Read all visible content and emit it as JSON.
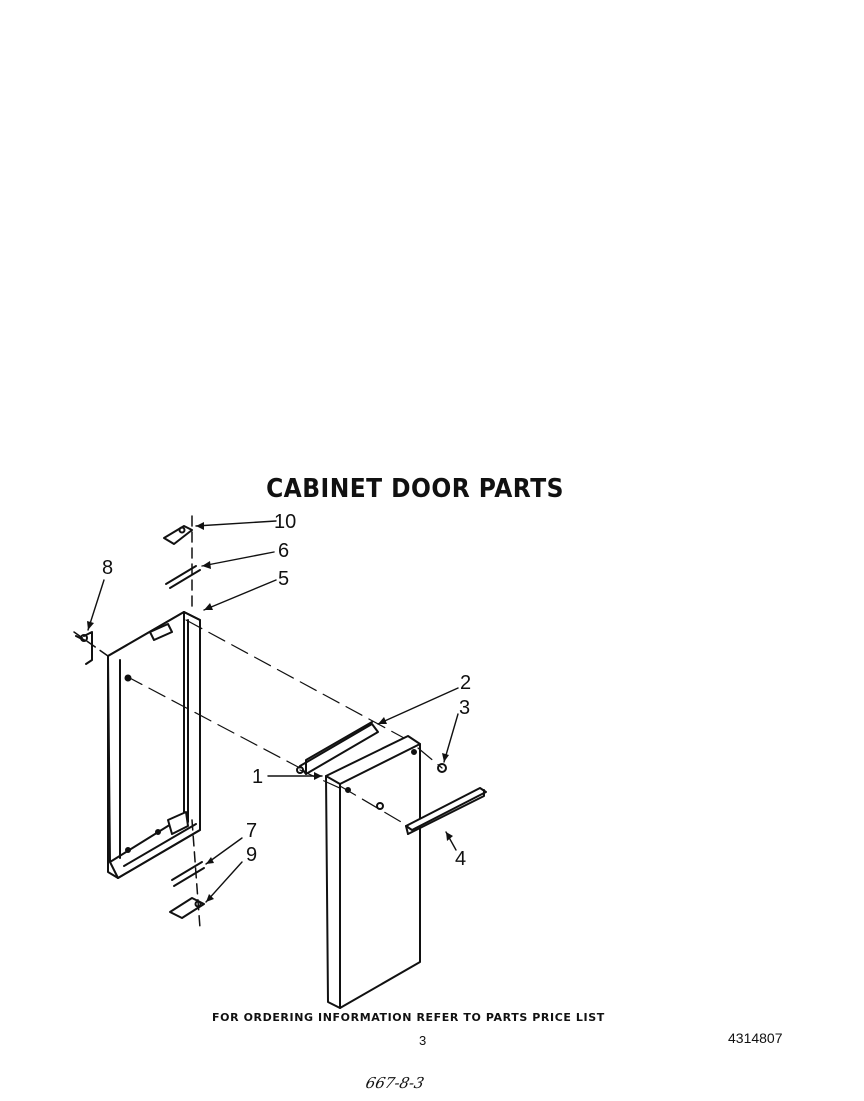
{
  "title": "CABINET DOOR PARTS",
  "callouts": {
    "c1": "1",
    "c2": "2",
    "c3": "3",
    "c4": "4",
    "c5": "5",
    "c6": "6",
    "c7": "7",
    "c8": "8",
    "c9": "9",
    "c10": "10"
  },
  "footer": "FOR ORDERING INFORMATION REFER TO PARTS PRICE LIST",
  "page_number": "3",
  "document_number": "4314807",
  "handwritten_note": "667-8-3"
}
